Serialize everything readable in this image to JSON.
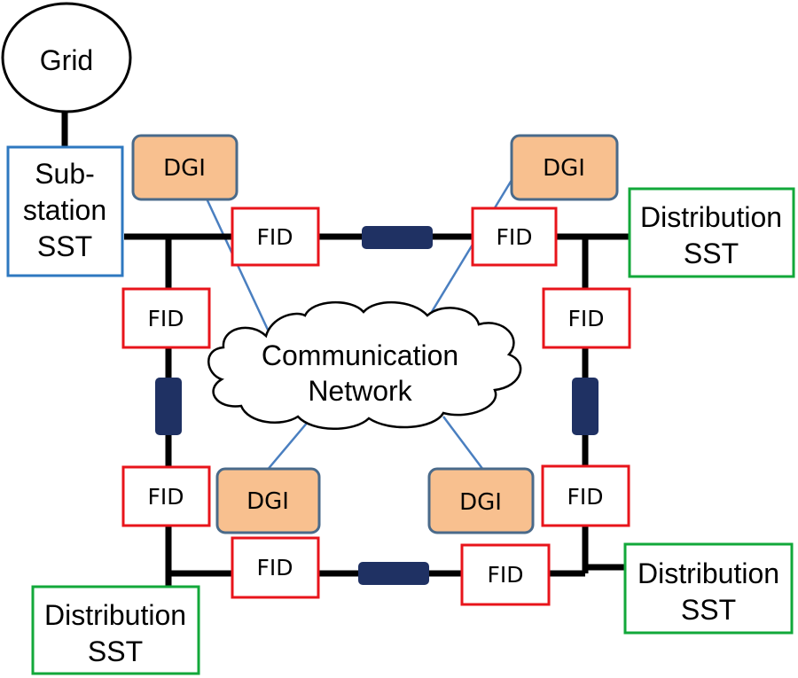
{
  "grid": {
    "label": "Grid"
  },
  "substation": {
    "lines": [
      "Sub-",
      "station",
      "SST"
    ]
  },
  "distribution_nodes": [
    {
      "lines": [
        "Distribution",
        "SST"
      ]
    },
    {
      "lines": [
        "Distribution",
        "SST"
      ]
    },
    {
      "lines": [
        "Distribution",
        "SST"
      ]
    }
  ],
  "fid_label": "FID",
  "dgi_label": "DGI",
  "network": {
    "lines": [
      "Communication",
      "Network"
    ]
  },
  "colors": {
    "line": "#000000",
    "fid_border": "#e8141b",
    "dgi_fill": "#f8c08f",
    "dgi_border": "#4a6a8a",
    "link": "#1f3163",
    "comm_line": "#4a7fc0",
    "substation_border": "#2e78c0",
    "distribution_border": "#12a83a"
  }
}
